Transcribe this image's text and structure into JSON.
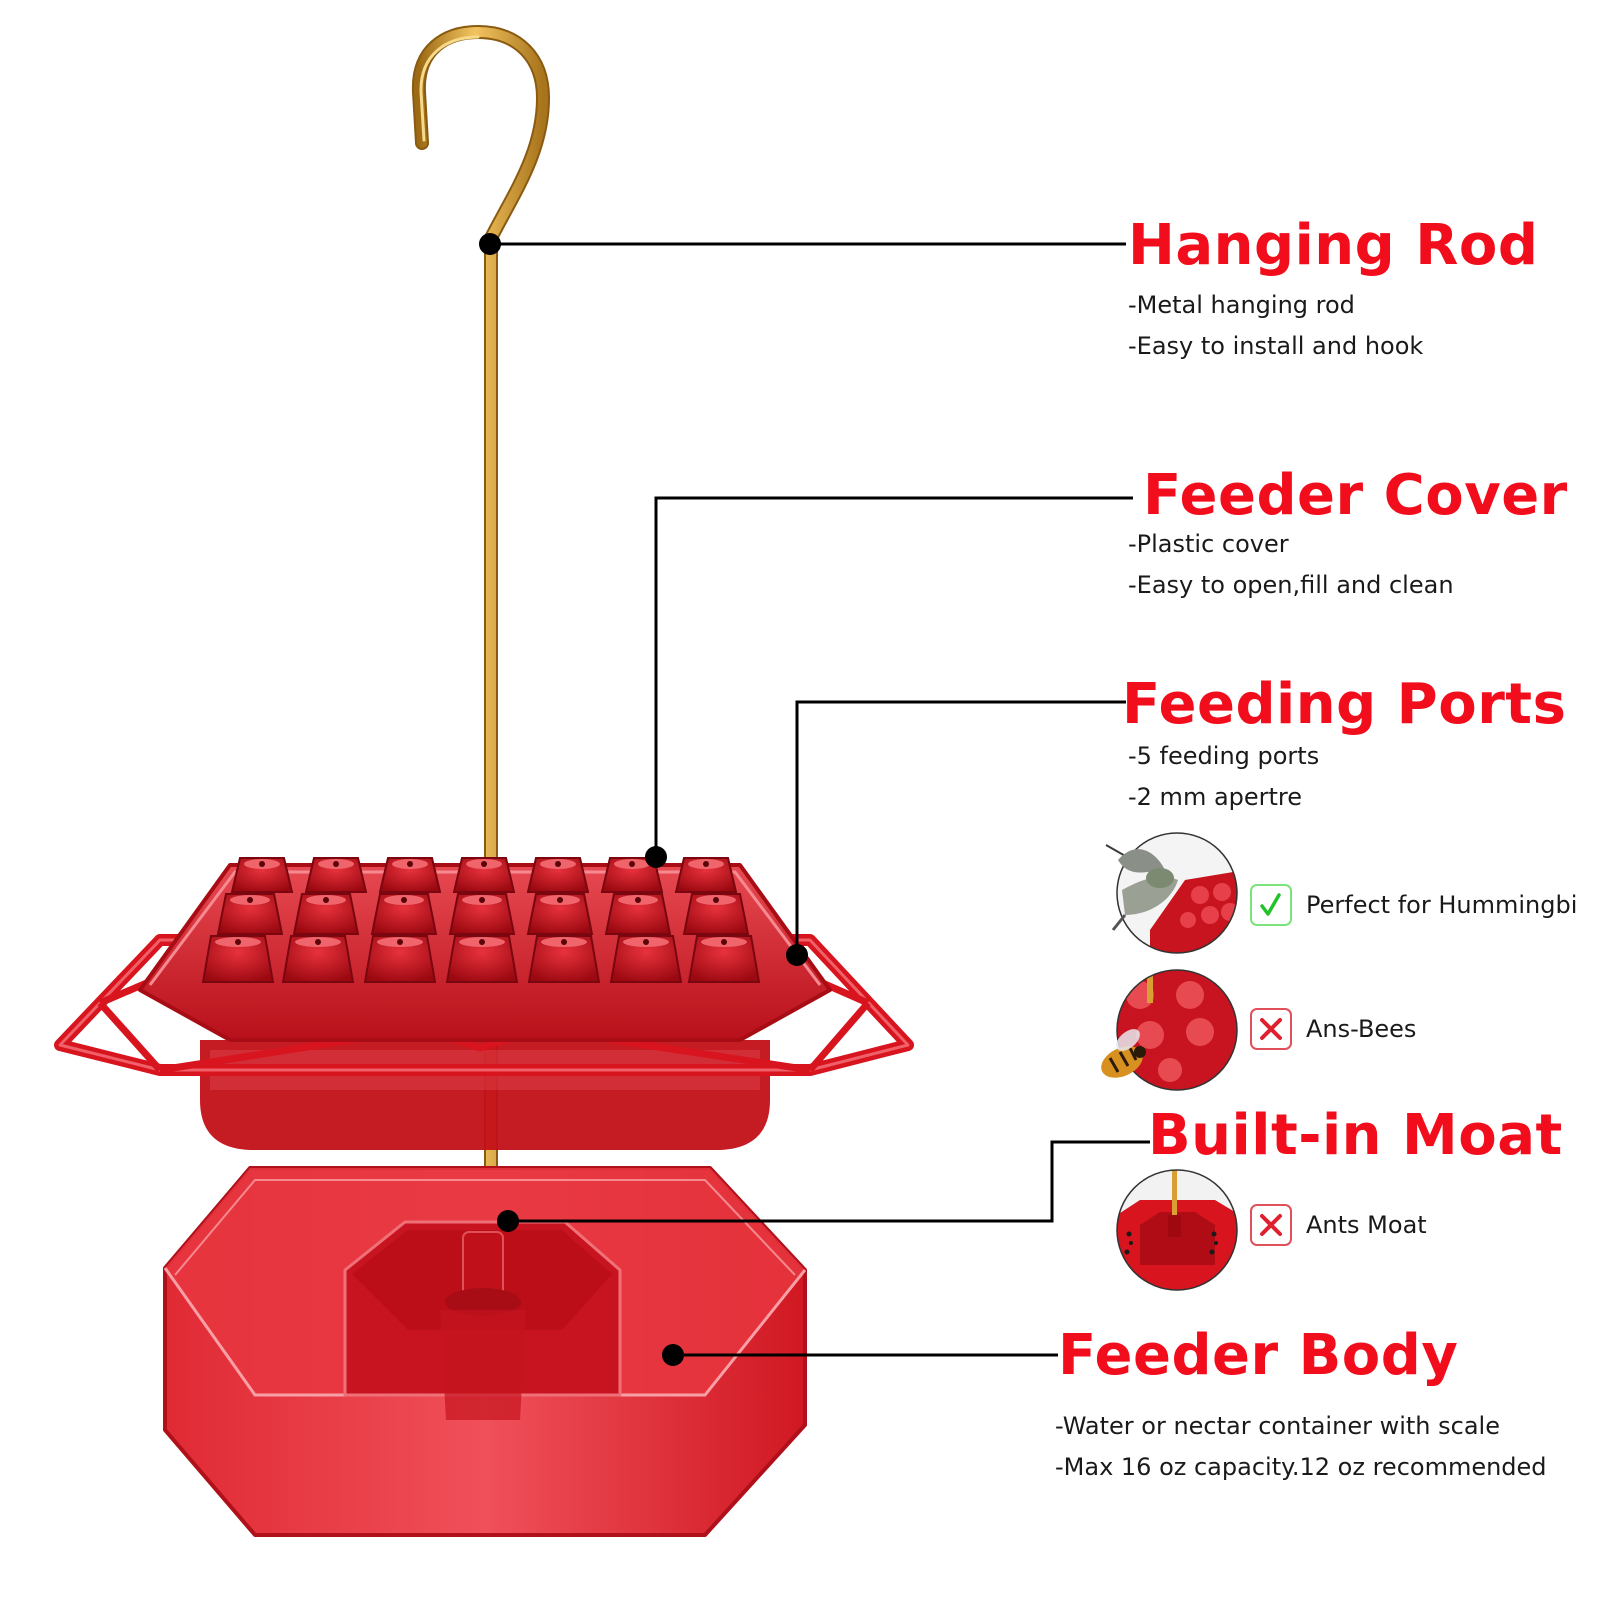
{
  "colors": {
    "title_red": "#f20d1c",
    "feeder_red": "#d8141e",
    "feeder_dark_red": "#a80c14",
    "rod_gold": "#d8a032",
    "check_green": "#22c22a",
    "cross_red": "#e0202e",
    "leader_line": "#000000"
  },
  "callouts": {
    "hanging_rod": {
      "title": "Hanging Rod",
      "bullets": [
        "-Metal hanging rod",
        "-Easy to install and hook"
      ]
    },
    "feeder_cover": {
      "title": "Feeder Cover",
      "bullets": [
        "-Plastic cover",
        "-Easy to open,fill and clean"
      ]
    },
    "feeding_ports": {
      "title": "Feeding Ports",
      "bullets": [
        "-5 feeding ports",
        "-2 mm apertre"
      ]
    },
    "built_in_moat": {
      "title": "Built-in Moat"
    },
    "feeder_body": {
      "title": "Feeder Body",
      "bullets": [
        "-Water or nectar container with scale",
        "-Max 16 oz capacity.12 oz recommended"
      ]
    }
  },
  "status_rows": [
    {
      "label": "Perfect for Hummingbi",
      "icon": "check-icon"
    },
    {
      "label": "Ans-Bees",
      "icon": "cross-icon"
    },
    {
      "label": "Ants Moat",
      "icon": "cross-icon"
    }
  ]
}
